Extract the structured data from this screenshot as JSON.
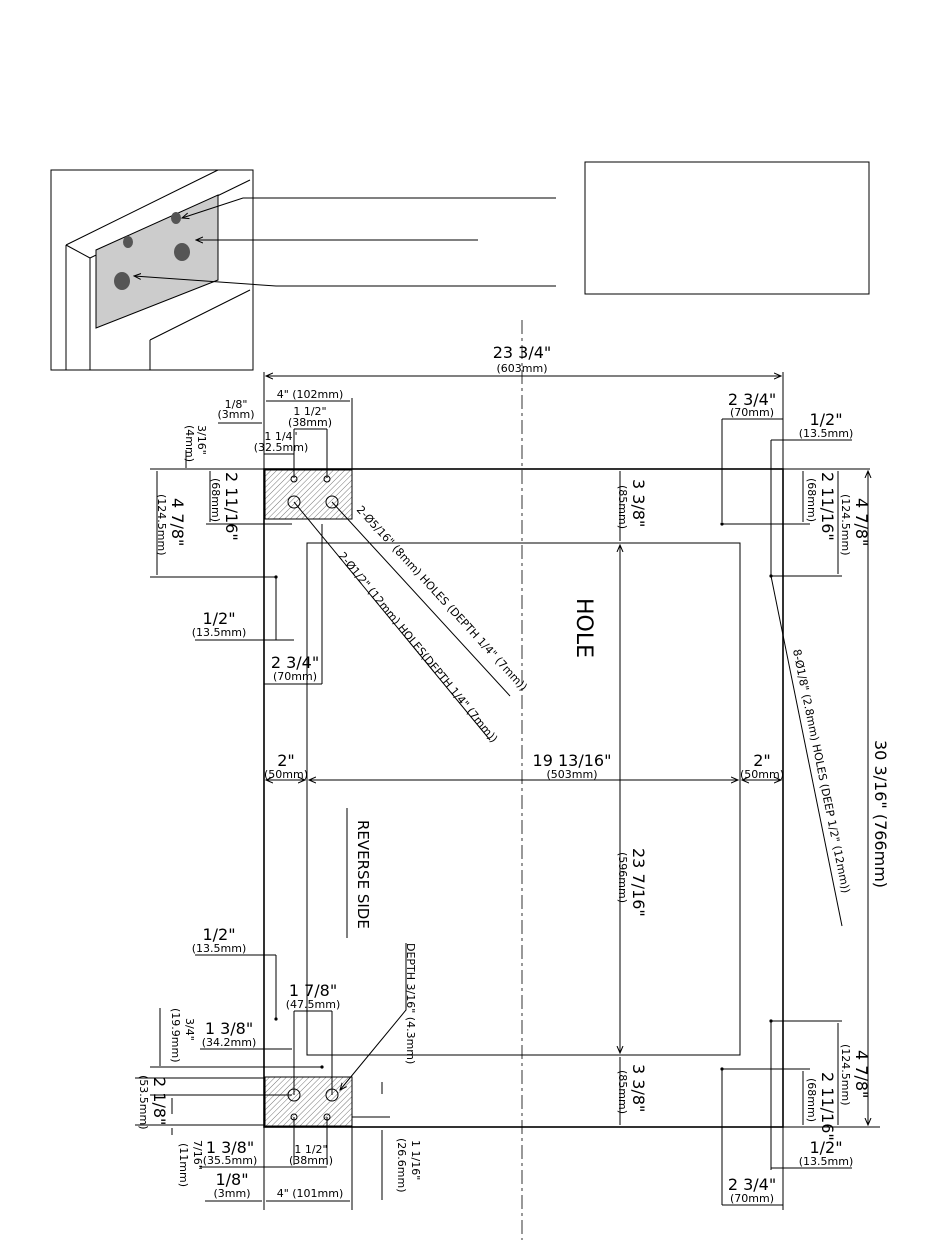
{
  "top_width": {
    "imp": "23  3/4\"",
    "mm": "(603mm)"
  },
  "top_left": {
    "d1": {
      "imp": "1/8\"",
      "mm": "(3mm)"
    },
    "d2": {
      "imp": "4\"  (102mm)"
    },
    "d3": {
      "imp": "1 1/2\"",
      "mm": "(38mm)"
    },
    "d4": {
      "imp": "1 1/4\"",
      "mm": "(32.5mm)"
    },
    "d5": {
      "imp": "3/16\"",
      "mm": "(4mm)"
    },
    "d6": {
      "imp": "2 11/16\"",
      "mm": "(68mm)"
    },
    "d7": {
      "imp": "4 7/8\"",
      "mm": "(124.5mm)"
    }
  },
  "top_right": {
    "d1": {
      "imp": "2 3/4\"",
      "mm": "(70mm)"
    },
    "d2": {
      "imp": "1/2\"",
      "mm": "(13.5mm)"
    },
    "d3": {
      "imp": "2 11/16\"",
      "mm": "(68mm)"
    },
    "d4": {
      "imp": "4 7/8\"",
      "mm": "(124.5mm)"
    }
  },
  "top_hole": {
    "imp": "3 3/8\"",
    "mm": "(85mm)"
  },
  "hole_label": "HOLE",
  "note_5_16": "2-Ø5/16\" (8mm) HOLES (DEPTH 1/4\" (7mm))",
  "note_1_2": "2-Ø1/2\" (12mm) HOLES(DEPTH 1/4\" (7mm))",
  "note_1_8": "8-Ø1/8\" (2.8mm) HOLES (DEEP 1/2\" (12mm))",
  "left_mid": {
    "d1": {
      "imp": "1/2\"",
      "mm": "(13.5mm)"
    },
    "d2": {
      "imp": "2 3/4\"",
      "mm": "(70mm)"
    }
  },
  "width_row": {
    "left": {
      "imp": "2\"",
      "mm": "(50mm)"
    },
    "mid": {
      "imp": "19 13/16\"",
      "mm": "(503mm)"
    },
    "right": {
      "imp": "2\"",
      "mm": "(50mm)"
    }
  },
  "height_total": "30 3/16\" (766mm)",
  "hole_height": {
    "imp": "23 7/16\"",
    "mm": "(596mm)"
  },
  "reverse_label": "REVERSE SIDE",
  "bottom_left": {
    "d1": {
      "imp": "1/2\"",
      "mm": "(13.5mm)"
    },
    "d2": {
      "imp": "1 7/8\"",
      "mm": "(47.5mm)"
    },
    "d3": {
      "imp": "1 3/8\"",
      "mm": "(34.2mm)"
    },
    "d4": {
      "imp": "3/4\"",
      "mm": "(19.9mm)"
    },
    "d5": {
      "imp": "2 1/8\"",
      "mm": "(53.5mm)"
    },
    "d6": {
      "imp": "1 3/8\"",
      "mm": "(35.5mm)"
    },
    "d7": {
      "imp": "1 1/2\"",
      "mm": "(38mm)"
    },
    "d8": {
      "imp": "7/16\"",
      "mm": "(11mm)"
    },
    "d9": {
      "imp": "1/8\"",
      "mm": "(3mm)"
    },
    "d10": {
      "imp": "4\"  (101mm)"
    },
    "d11": {
      "imp": "1 1/16\"",
      "mm": "(26.6mm)"
    }
  },
  "depth_note": "DEPTH 3/16\" (4.3mm)",
  "bottom_hole": {
    "imp": "3 3/8\"",
    "mm": "(85mm)"
  },
  "bottom_right": {
    "d1": {
      "imp": "4 7/8\"",
      "mm": "(124.5mm)"
    },
    "d2": {
      "imp": "2 11/16\"",
      "mm": "(68mm)"
    },
    "d3": {
      "imp": "1/2\"",
      "mm": "(13.5mm)"
    },
    "d4": {
      "imp": "2 3/4\"",
      "mm": "(70mm)"
    }
  }
}
